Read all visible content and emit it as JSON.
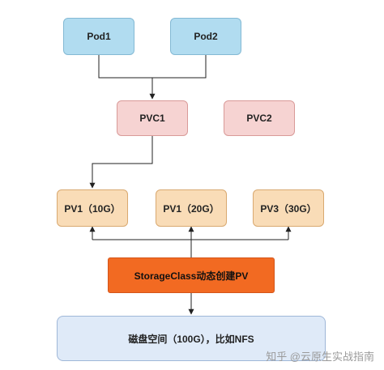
{
  "nodes": {
    "pod1": "Pod1",
    "pod2": "Pod2",
    "pvc1": "PVC1",
    "pvc2": "PVC2",
    "pv1_10g": "PV1（10G）",
    "pv1_20g": "PV1（20G）",
    "pv3_30g": "PV3（30G）",
    "storageclass": "StorageClass动态创建PV",
    "disk": "磁盘空间（100G），比如NFS"
  },
  "watermark": "知乎 @云原生实战指南",
  "colors": {
    "pod_fill": "#b1dcf0",
    "pvc_fill": "#f6d3d2",
    "pv_fill": "#f9dcb7",
    "storageclass_fill": "#f26a22",
    "disk_fill": "#dfeaf8"
  }
}
